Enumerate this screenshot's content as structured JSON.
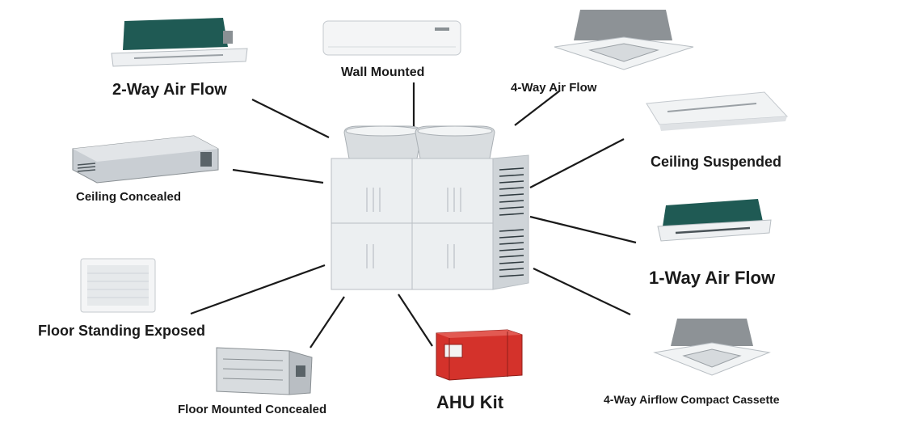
{
  "colors": {
    "label_text": "#1a1a1a",
    "connector": "#1a1a1a",
    "unit_body": "#e9ecef",
    "unit_shade": "#c9ced3",
    "grille_dark": "#2f3a3f",
    "teal_panel": "#1f5a54",
    "ahu_red": "#d4322b"
  },
  "center_unit": {
    "icon": "vrf-outdoor-unit-icon"
  },
  "units": [
    {
      "label": "2-Way Air Flow",
      "icon": "two-way-cassette-icon"
    },
    {
      "label": "Wall Mounted",
      "icon": "wall-mounted-unit-icon"
    },
    {
      "label": "4-Way Air Flow",
      "icon": "four-way-cassette-icon"
    },
    {
      "label": "Ceiling Suspended",
      "icon": "ceiling-suspended-unit-icon"
    },
    {
      "label": "Ceiling Concealed",
      "icon": "ceiling-concealed-duct-icon"
    },
    {
      "label": "1-Way Air Flow",
      "icon": "one-way-cassette-icon"
    },
    {
      "label": "Floor Standing Exposed",
      "icon": "floor-standing-unit-icon"
    },
    {
      "label": "4-Way Airflow Compact Cassette",
      "icon": "compact-cassette-icon"
    },
    {
      "label": "Floor Mounted Concealed",
      "icon": "floor-concealed-unit-icon"
    },
    {
      "label": "AHU Kit",
      "icon": "ahu-kit-icon"
    }
  ]
}
